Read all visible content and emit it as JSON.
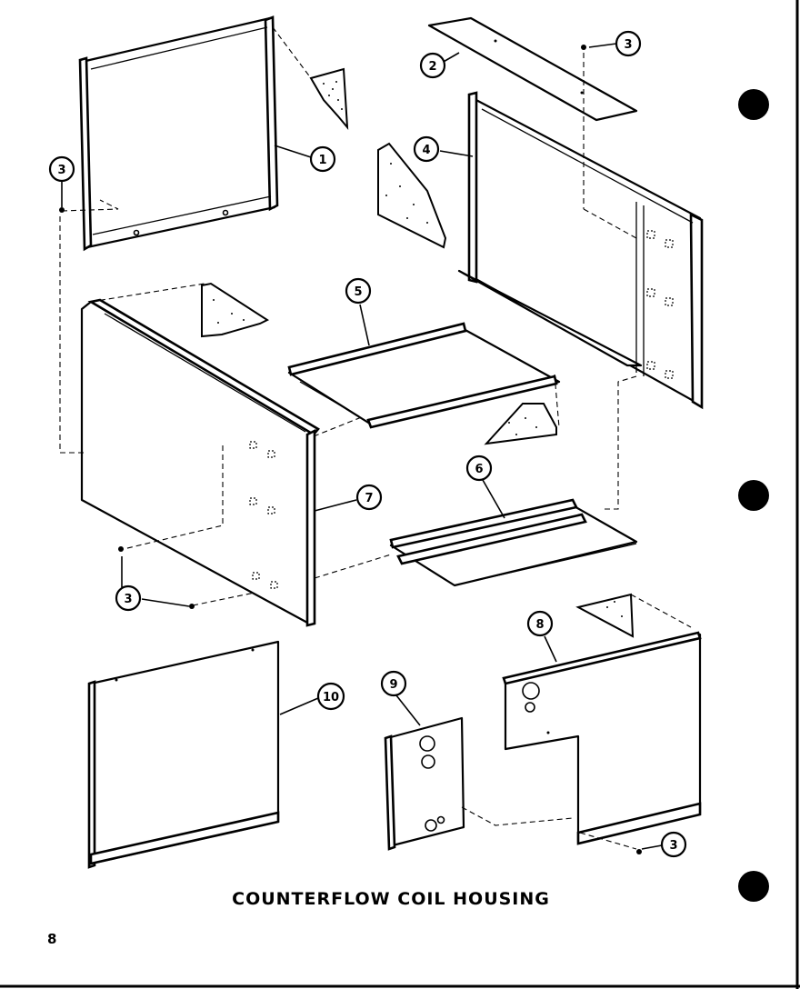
{
  "caption": "COUNTERFLOW COIL HOUSING",
  "page_number": "8",
  "callouts": {
    "c1": "1",
    "c2": "2",
    "c3a": "3",
    "c3b": "3",
    "c3c": "3",
    "c3d": "3",
    "c4": "4",
    "c5": "5",
    "c6": "6",
    "c7": "7",
    "c8": "8",
    "c9": "9",
    "c10": "10"
  }
}
